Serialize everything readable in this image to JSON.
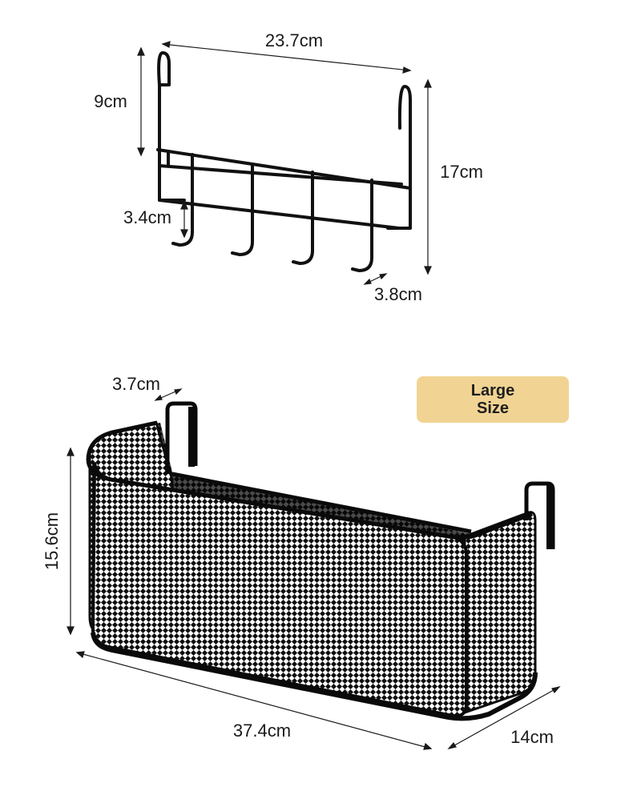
{
  "hook_rack": {
    "width_label": "23.7cm",
    "hook_depth_label": "9cm",
    "total_height_label": "17cm",
    "hook_length_label": "3.4cm",
    "hook_spacing_label": "3.8cm"
  },
  "basket": {
    "hook_width_label": "3.7cm",
    "height_label": "15.6cm",
    "length_label": "37.4cm",
    "depth_label": "14cm"
  },
  "size_badge": {
    "line1": "Large",
    "line2": "Size"
  },
  "colors": {
    "badge_bg": "#f1d493",
    "metal": "#111111"
  }
}
